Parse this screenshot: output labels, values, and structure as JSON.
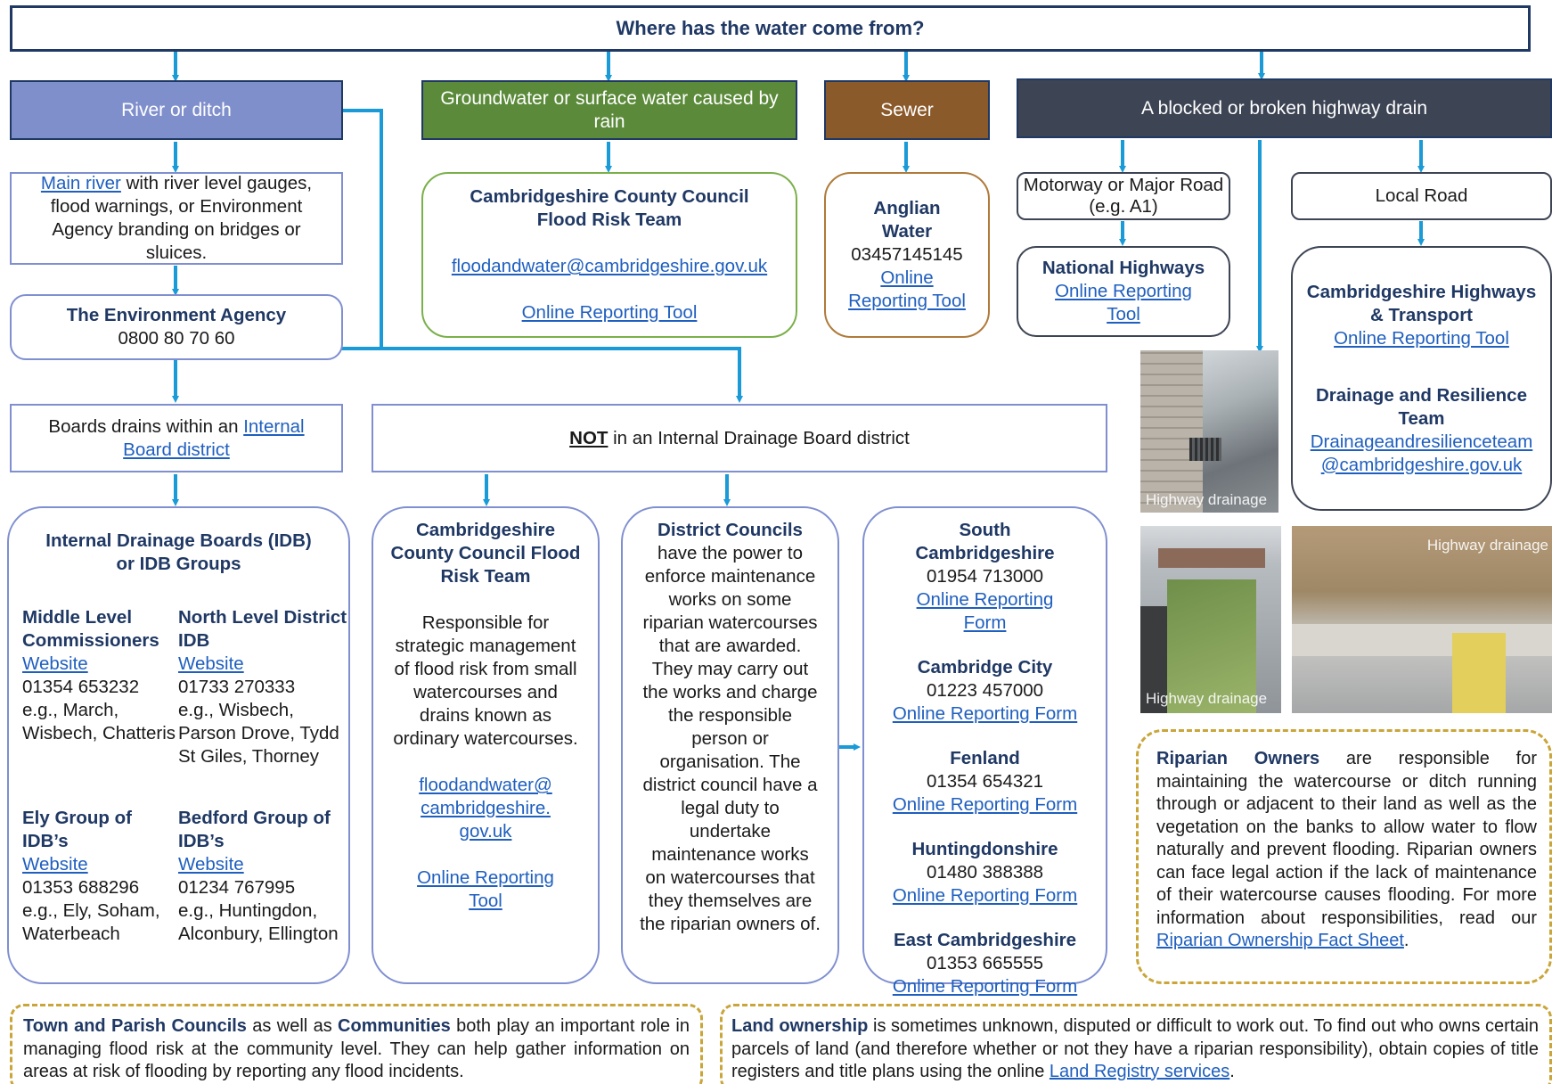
{
  "title": "Where has the water come from?",
  "categories": {
    "river": "River or ditch",
    "groundwater": "Groundwater or surface water caused by rain",
    "sewer": "Sewer",
    "highway": "A blocked or broken highway drain"
  },
  "main_river": {
    "link": "Main river",
    "text": " with river level gauges, flood warnings, or Environment Agency branding on bridges or sluices."
  },
  "environment_agency": {
    "name": "The Environment Agency",
    "phone": "0800 80 70 60"
  },
  "ccc_flood_team": {
    "name": "Cambridgeshire County Council Flood Risk Team",
    "email": "floodandwater@cambridgeshire.gov.uk",
    "tool": "Online Reporting Tool"
  },
  "anglian_water": {
    "name": "Anglian Water",
    "phone": "03457145145",
    "tool": "Online Reporting Tool"
  },
  "motorway": "Motorway or Major Road (e.g. A1)",
  "local_road": "Local Road",
  "national_highways": {
    "name": "National Highways",
    "tool": "Online Reporting Tool"
  },
  "cambs_highways": {
    "name": "Cambridgeshire Highways & Transport",
    "tool": "Online Reporting Tool",
    "team": "Drainage and Resilience Team",
    "email": "Drainageandresilienceteam @cambridgeshire.gov.uk"
  },
  "idb_district": {
    "text": "Boards drains within an ",
    "link": "Internal Board district"
  },
  "not_idb": {
    "emph": "NOT",
    "text": " in an Internal Drainage Board district"
  },
  "idb": {
    "heading": "Internal Drainage Boards (IDB) or IDB Groups",
    "groups": [
      {
        "name": "Middle Level Commissioners",
        "link": "Website",
        "phone": "01354 653232",
        "areas": "e.g., March, Wisbech, Chatteris"
      },
      {
        "name": "North Level District IDB",
        "link": "Website",
        "phone": "01733 270333",
        "areas": "e.g., Wisbech, Parson Drove, Tydd St Giles, Thorney"
      },
      {
        "name": "Ely Group of IDB’s",
        "link": "Website",
        "phone": "01353 688296",
        "areas": "e.g., Ely, Soham, Waterbeach"
      },
      {
        "name": "Bedford Group of IDB’s",
        "link": "Website",
        "phone": "01234 767995",
        "areas": "e.g., Huntingdon, Alconbury, Ellington"
      }
    ]
  },
  "ccc_ordinary": {
    "name": "Cambridgeshire County Council Flood Risk Team",
    "text": "Responsible for strategic management of flood risk from small watercourses and drains known as ordinary watercourses.",
    "email": "floodandwater@ cambridgeshire. gov.uk",
    "tool": "Online Reporting Tool"
  },
  "district_councils": {
    "name": "District Councils",
    "text": "have the power to enforce maintenance works on some riparian watercourses that are awarded. They may carry out the works and charge the responsible person or organisation. The district council have a legal duty to undertake maintenance works on watercourses that they themselves are the riparian owners of."
  },
  "districts": [
    {
      "name": "South Cambridgeshire",
      "phone": "01954 713000",
      "form": "Online Reporting Form"
    },
    {
      "name": "Cambridge City",
      "phone": "01223 457000",
      "form": "Online Reporting Form"
    },
    {
      "name": "Fenland",
      "phone": "01354 654321",
      "form": "Online Reporting Form"
    },
    {
      "name": "Huntingdonshire",
      "phone": "01480 388388",
      "form": "Online Reporting Form"
    },
    {
      "name": "East Cambridgeshire",
      "phone": "01353 665555",
      "form": "Online Reporting Form"
    }
  ],
  "photos": {
    "caption": "Highway drainage"
  },
  "riparian": {
    "bold": "Riparian Owners",
    "text": " are responsible for maintaining the watercourse or ditch running through or adjacent to their land as well as the vegetation on the banks to allow water to flow naturally and prevent flooding. Riparian owners can face legal action if the lack of maintenance of their watercourse causes flooding. For more information about responsibilities, read our ",
    "link": "Riparian Ownership Fact Sheet",
    "end": "."
  },
  "parish": {
    "bold1": "Town and Parish Councils",
    "mid": " as well as ",
    "bold2": "Communities",
    "text": " both play an important role in managing flood risk at the community level. They can help gather information on areas at risk of flooding by reporting any flood incidents."
  },
  "land": {
    "bold": "Land ownership",
    "text": " is sometimes unknown, disputed or difficult to work out. To find out who owns certain parcels of land (and therefore whether or not they have a riparian responsibility), obtain copies of title registers and title plans using the online ",
    "link": "Land Registry services",
    "end": "."
  },
  "colors": {
    "river": "#7f8fcc",
    "groundwater": "#5b8a3a",
    "sewer": "#8b5a2b",
    "highway": "#3d4454",
    "arrow": "#1a9ad6",
    "navy": "#1f3864",
    "link": "#1f5fbf",
    "dash": "#c9a53a"
  }
}
